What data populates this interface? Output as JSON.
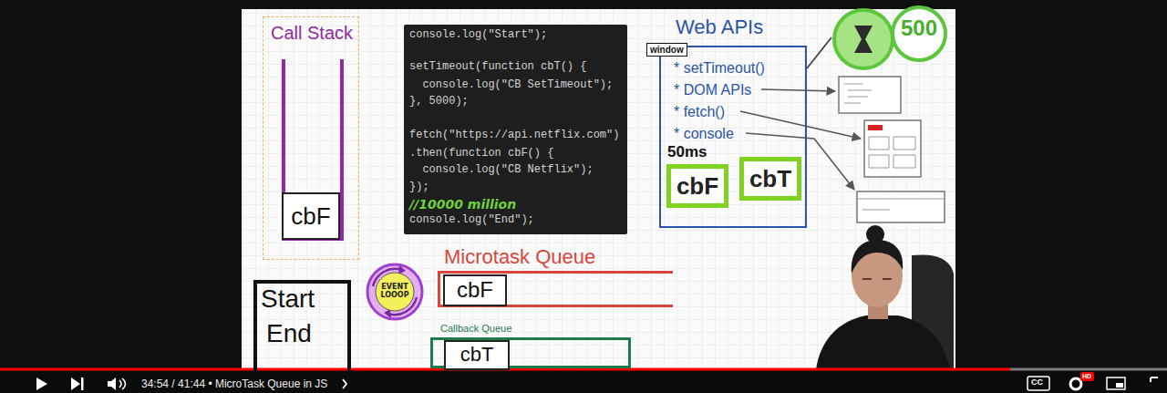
{
  "diagram": {
    "nodes": [
      {
        "text": [
          "Call Stack"
        ]
      },
      {
        "text": [
          "cbF"
        ],
        "in": 0
      },
      {
        "text": [
          "console.log(\"Start\");",
          "setTimeout(function cbT() {",
          "  console.log(\"CB SetTimeout\");",
          "}, 5000);",
          "fetch(\"https://api.netflix.com\")",
          ".then(function cbF() {",
          "  console.log(\"CB Netflix\");",
          "});",
          "//10000 million",
          "console.log(\"End\");"
        ]
      },
      {
        "text": [
          "Web APIs",
          "window",
          "* setTimeout()",
          "* DOM APIs",
          "* fetch()",
          "* console"
        ]
      },
      {
        "text": [
          "50ms",
          "cbF"
        ],
        "in": 3
      },
      {
        "text": [
          "cbT"
        ],
        "in": 3
      },
      {
        "text": [
          "500"
        ]
      },
      {
        "text": [
          "Start",
          "End"
        ]
      },
      {
        "text": [
          "EVENT LOOOP"
        ]
      },
      {
        "text": [
          "Microtask Queue"
        ]
      },
      {
        "text": [
          "cbF"
        ],
        "in": 9
      },
      {
        "text": [
          "Callback Queue"
        ]
      },
      {
        "text": [
          "cbT"
        ],
        "in": 11
      }
    ],
    "edges": [
      {
        "from": 3,
        "to": 6,
        "arrow": "none"
      }
    ],
    "labels": [
      "34:54 / 41:44 • MicroTask Queue in JS",
      "CC",
      "HD"
    ]
  }
}
